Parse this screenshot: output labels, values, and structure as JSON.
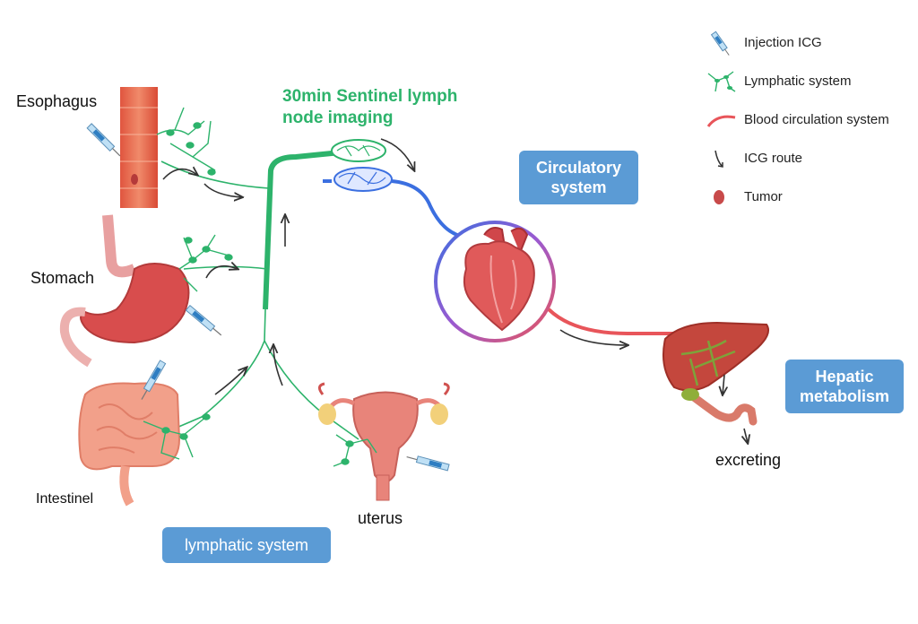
{
  "title": "30min Sentinel lymph node imaging",
  "organs": {
    "esophagus": "Esophagus",
    "stomach": "Stomach",
    "intestine": "Intestinel",
    "uterus": "uterus",
    "excreting": "excreting"
  },
  "boxes": {
    "circulatory": "Circulatory system",
    "hepatic": "Hepatic metabolism",
    "lymphatic": "lymphatic system"
  },
  "legend": [
    {
      "icon": "syringe-icon",
      "label": "Injection ICG"
    },
    {
      "icon": "lymphatic-network-icon",
      "label": "Lymphatic system"
    },
    {
      "icon": "red-curve-icon",
      "label": "Blood circulation system"
    },
    {
      "icon": "arrow-icon",
      "label": "ICG route"
    },
    {
      "icon": "tumor-icon",
      "label": "Tumor"
    }
  ],
  "colors": {
    "lymph": "#2db36b",
    "blood": "#e8555a",
    "vein": "#3b6fe0",
    "box": "#5b9bd5"
  }
}
